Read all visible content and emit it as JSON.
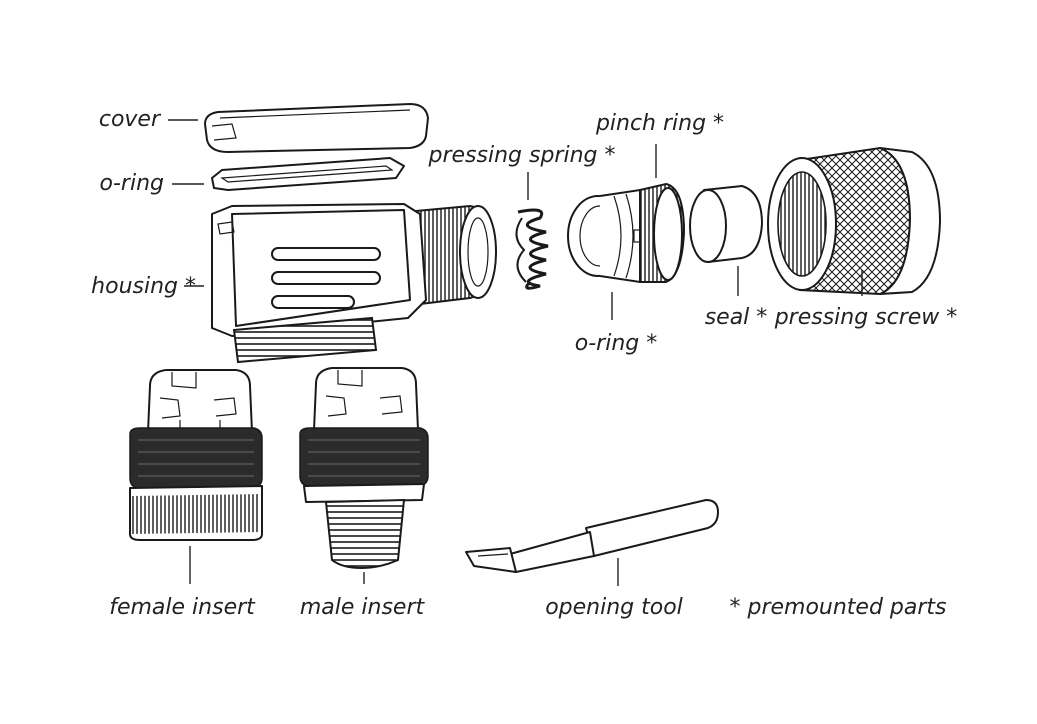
{
  "labels": {
    "cover": "cover",
    "o_ring_top": "o-ring",
    "housing": "housing *",
    "pressing_spring": "pressing spring *",
    "pinch_ring": "pinch ring *",
    "o_ring_mid": "o-ring *",
    "seal": "seal *",
    "pressing_screw": "pressing screw *",
    "female_insert": "female insert",
    "male_insert": "male insert",
    "opening_tool": "opening tool",
    "premounted_parts": "* premounted parts"
  },
  "colors": {
    "line": "#1a1a1a",
    "fill": "#ffffff",
    "dark": "#2b2b2b"
  }
}
